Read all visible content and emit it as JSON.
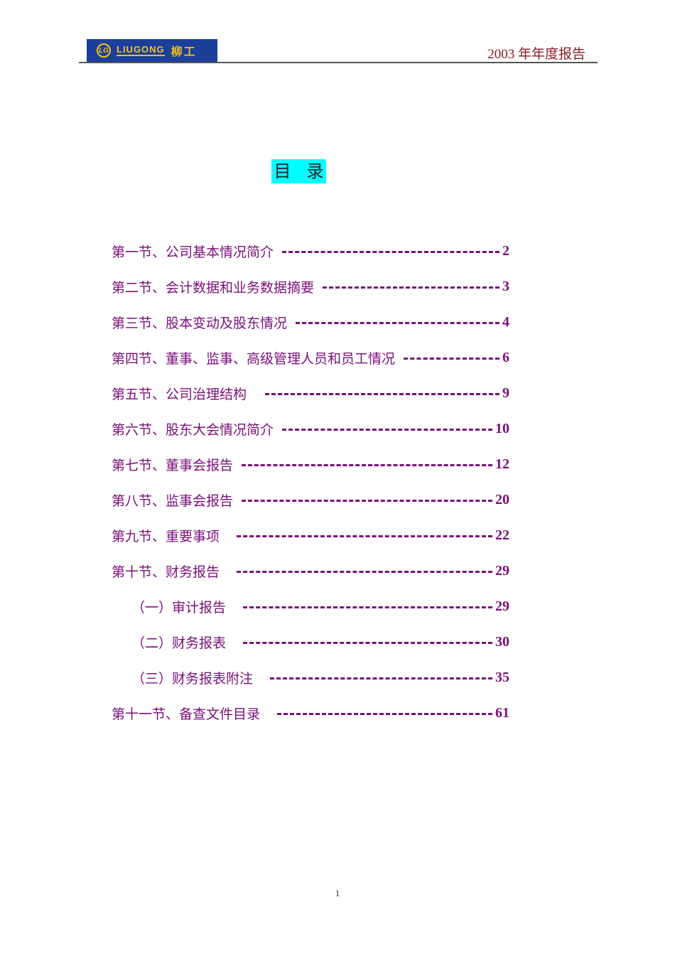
{
  "header": {
    "logo": {
      "mark": "LG",
      "brand_en": "LIUGONG",
      "brand_cn": "柳工",
      "background_color": "#1c3f9c",
      "accent_color": "#f2c21b"
    },
    "report_title": "2003 年年度报告",
    "report_title_color": "#8b1e23"
  },
  "toc": {
    "title_char_1": "目",
    "title_char_2": "录",
    "title_highlight_color": "#00ffff",
    "text_color": "#7a0f7a",
    "items": [
      {
        "label": "第一节、公司基本情况简介",
        "page": "2",
        "level": 1
      },
      {
        "label": "第二节、会计数据和业务数据摘要",
        "page": "3",
        "level": 1
      },
      {
        "label": "第三节、股本变动及股东情况",
        "page": "4",
        "level": 1
      },
      {
        "label": "第四节、董事、监事、高级管理人员和员工情况",
        "page": "6",
        "level": 1
      },
      {
        "label": "第五节、公司治理结构",
        "page": "9",
        "level": 1
      },
      {
        "label": "第六节、股东大会情况简介",
        "page": "10",
        "level": 1
      },
      {
        "label": "第七节、董事会报告",
        "page": "12",
        "level": 1
      },
      {
        "label": "第八节、监事会报告",
        "page": "20",
        "level": 1
      },
      {
        "label": "第九节、重要事项",
        "page": "22",
        "level": 1
      },
      {
        "label": "第十节、财务报告",
        "page": "29",
        "level": 1
      },
      {
        "label": "（一）审计报告",
        "page": "29",
        "level": 2
      },
      {
        "label": "（二）财务报表",
        "page": "30",
        "level": 2
      },
      {
        "label": "（三）财务报表附注",
        "page": "35",
        "level": 2
      },
      {
        "label": "第十一节、备查文件目录",
        "page": "61",
        "level": 1
      }
    ]
  },
  "footer": {
    "page_number": "1"
  }
}
